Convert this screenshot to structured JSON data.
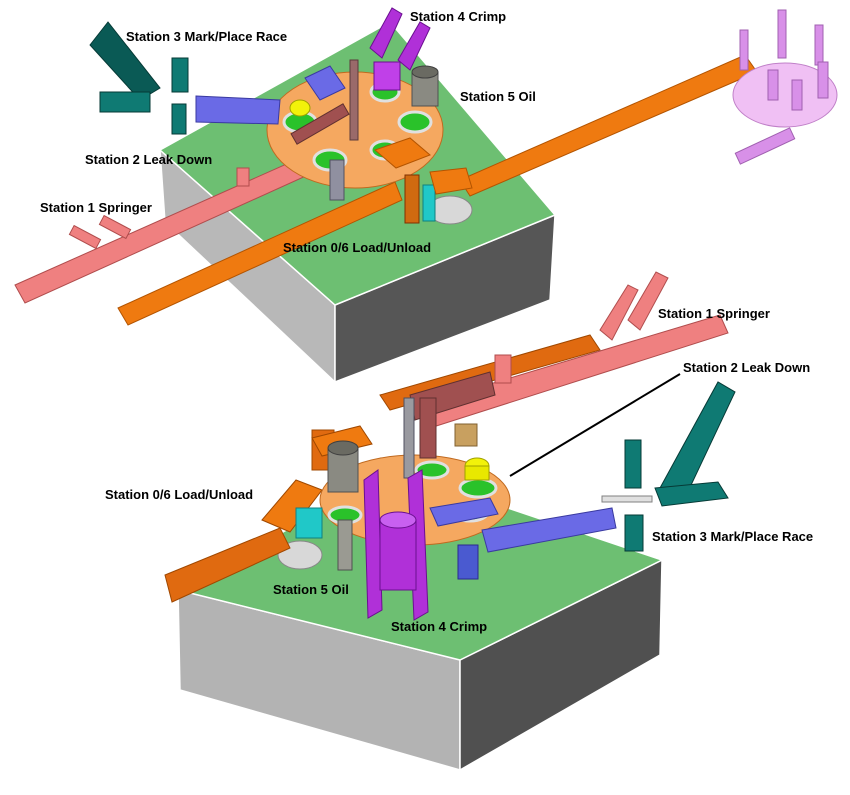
{
  "top_view": {
    "labels": {
      "station3": "Station 3 Mark/Place Race",
      "station4": "Station 4 Crimp",
      "station5": "Station 5 Oil",
      "station2": "Station 2 Leak Down",
      "station1": "Station 1 Springer",
      "station0": "Station 0/6 Load/Unload"
    }
  },
  "bottom_view": {
    "labels": {
      "station1": "Station 1 Springer",
      "station2": "Station 2 Leak Down",
      "station0": "Station 0/6 Load/Unload",
      "station3": "Station 3 Mark/Place Race",
      "station5": "Station 5 Oil",
      "station4": "Station 4 Crimp"
    }
  },
  "colors": {
    "base_top": "#6dbf72",
    "base_side_light": "#b3b3b3",
    "base_side_dark": "#5a5a5a",
    "dial": "#f5a860",
    "conveyor_orange": "#ef7a10",
    "conveyor_pink": "#ef8080",
    "station3_teal": "#0f7a73",
    "station4_purple": "#b030d8",
    "station2_blue": "#6a6ae6",
    "station5_gray": "#8a8a82",
    "parts_yellow": "#f2f20a",
    "parts_green": "#2ac22a",
    "feeder_lilac": "#e8a8f0"
  }
}
